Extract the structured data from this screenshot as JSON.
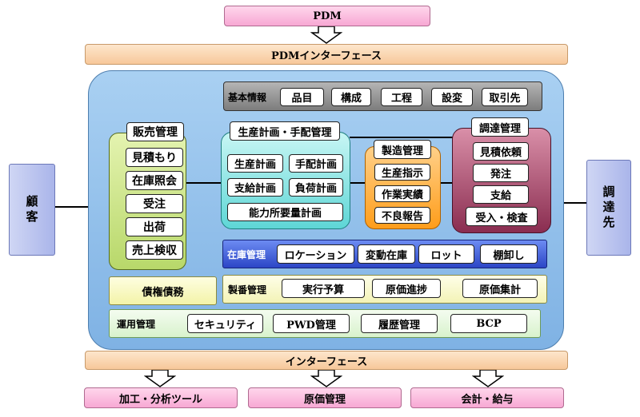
{
  "top": {
    "pdm": "PDM",
    "pdm_interface": "PDMインターフェース"
  },
  "customer": "顧客",
  "supplier": "調達先",
  "basic_info": {
    "title": "基本情報",
    "items": [
      "品目",
      "構成",
      "工程",
      "設変",
      "取引先"
    ]
  },
  "sales": {
    "title": "販売管理",
    "items": [
      "見積もり",
      "在庫照会",
      "受注",
      "出荷",
      "売上検収"
    ]
  },
  "production_planning": {
    "title": "生産計画・手配管理",
    "items": [
      "生産計画",
      "手配計画",
      "支給計画",
      "負荷計画",
      "能力所要量計画"
    ]
  },
  "manufacturing": {
    "title": "製造管理",
    "items": [
      "生産指示",
      "作業実績",
      "不良報告"
    ]
  },
  "procurement": {
    "title": "調達管理",
    "items": [
      "見積依頼",
      "発注",
      "支給",
      "受入・検査"
    ]
  },
  "inventory": {
    "title": "在庫管理",
    "items": [
      "ロケーション",
      "変動在庫",
      "ロット",
      "棚卸し"
    ]
  },
  "receivables": "債権債務",
  "order_number": {
    "title": "製番管理",
    "items": [
      "実行予算",
      "原価進捗",
      "原価集計"
    ]
  },
  "operations": {
    "title": "運用管理",
    "items": [
      "セキュリティ",
      "PWD管理",
      "履歴管理",
      "BCP"
    ]
  },
  "interface": "インターフェース",
  "outputs": [
    "加工・分析ツール",
    "原価管理",
    "会計・給与"
  ],
  "colors": {
    "core": "#8fbde8",
    "pink": "#f7a8d4",
    "peach": "#f7c89a",
    "side": "#aab5ea",
    "green": "#cfe68a",
    "cyan": "#5ed6d6",
    "orange": "#ff9d1a",
    "maroon": "#9a3b5c",
    "blue": "#3c58d6",
    "yellow": "#fafac0",
    "mint": "#e6f8e0",
    "grey": "#8a8a8a"
  }
}
